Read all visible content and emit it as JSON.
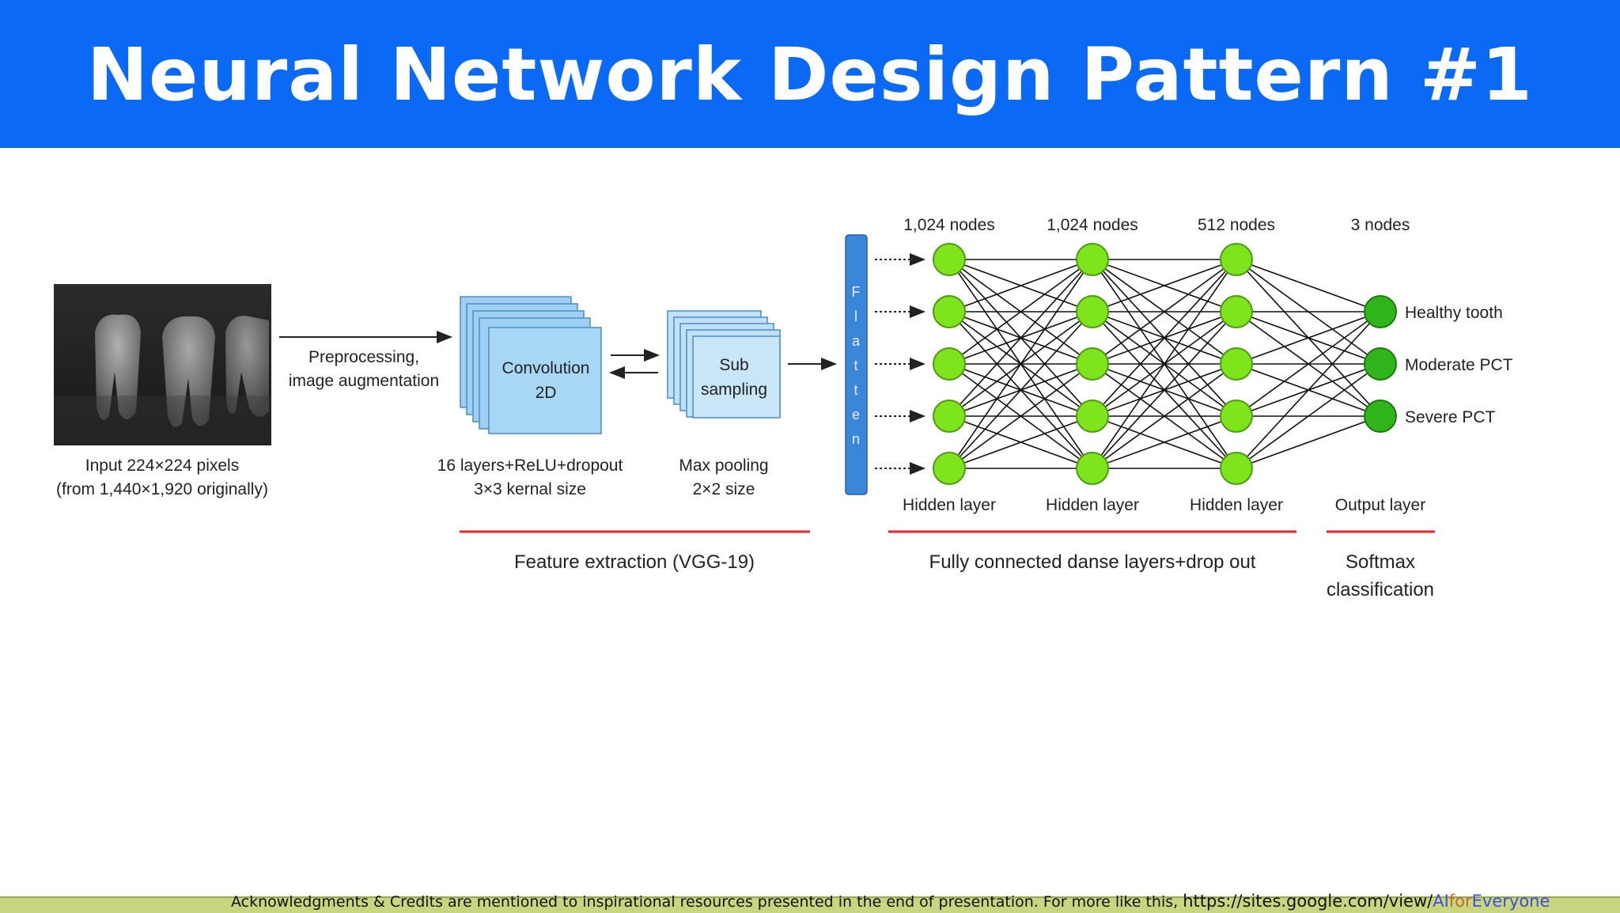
{
  "title": "Neural Network Design Pattern #1",
  "input": {
    "caption_line1": "Input 224×224 pixels",
    "caption_line2": "(from 1,440×1,920 originally)"
  },
  "preprocess": {
    "line1": "Preprocessing,",
    "line2": "image augmentation"
  },
  "conv": {
    "label_line1": "Convolution",
    "label_line2": "2D",
    "caption_line1": "16 layers+ReLU+dropout",
    "caption_line2": "3×3 kernal size"
  },
  "subsampling": {
    "label_line1": "Sub",
    "label_line2": "sampling",
    "caption_line1": "Max pooling",
    "caption_line2": "2×2 size"
  },
  "flatten": {
    "letters": [
      "F",
      "l",
      "a",
      "t",
      "t",
      "e",
      "n"
    ]
  },
  "layers": [
    {
      "nodes_label": "1,024 nodes",
      "type_label": "Hidden layer"
    },
    {
      "nodes_label": "1,024 nodes",
      "type_label": "Hidden layer"
    },
    {
      "nodes_label": "512 nodes",
      "type_label": "Hidden layer"
    },
    {
      "nodes_label": "3 nodes",
      "type_label": "Output layer"
    }
  ],
  "outputs": [
    "Healthy tooth",
    "Moderate PCT",
    "Severe PCT"
  ],
  "groups": {
    "feature": "Feature extraction (VGG-19)",
    "fully_connected": "Fully connected danse layers+drop out",
    "softmax_line1": "Softmax",
    "softmax_line2": "classification"
  },
  "colors": {
    "title_bg": "#0b6af5",
    "node_fill": "#7ee51c",
    "output_fill": "#2fb51a",
    "conv_fill": "#9fd0f2",
    "flatten_fill": "#3a86d8",
    "group_line": "#e3262e",
    "footer_bg": "#c7d67f"
  },
  "footer": {
    "text": "Acknowledgments & Credits are mentioned to inspirational resources presented in the end of presentation.  For more like this, ",
    "url_prefix": "https://sites.google.com/view/",
    "url_ai": "AI",
    "url_for": "for",
    "url_everyone": "Everyone"
  }
}
